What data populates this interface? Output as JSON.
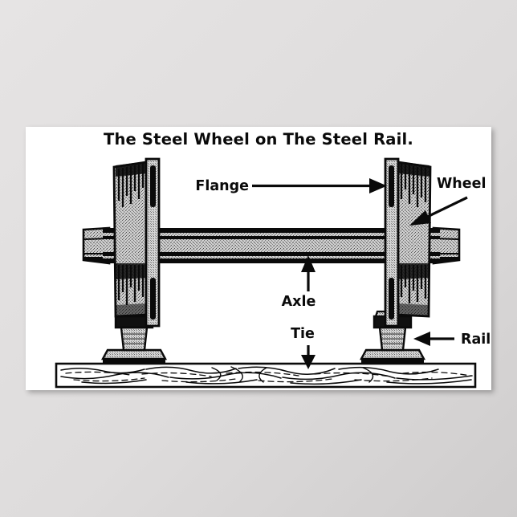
{
  "poster": {
    "title": "The Steel Wheel on The Steel Rail.",
    "background_color": "#e2e0e0",
    "sheet_color": "#ffffff",
    "ink_color": "#0a0a0a"
  },
  "diagram": {
    "subject": "railroad wheelset on rail and tie",
    "labels": {
      "flange": "Flange",
      "wheel": "Wheel",
      "axle": "Axle",
      "tie": "Tie",
      "rail": "Rail"
    },
    "arrows": {
      "flange": "arrow-right",
      "wheel": "arrow-down-left",
      "axle": "arrow-up",
      "tie": "arrow-down",
      "rail": "arrow-left"
    },
    "parts": [
      "left-wheel",
      "left-flange",
      "right-wheel",
      "right-flange",
      "axle",
      "left-rail",
      "right-rail",
      "wooden-tie"
    ]
  }
}
